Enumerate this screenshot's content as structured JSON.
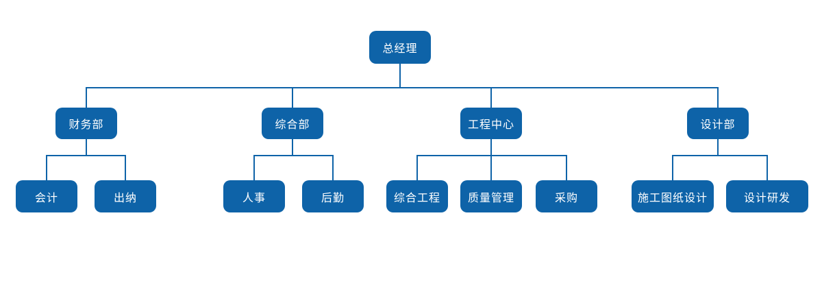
{
  "org": {
    "title": "organization-chart",
    "root": {
      "label": "总经理"
    },
    "departments": [
      {
        "label": "财务部",
        "children": [
          {
            "label": "会计"
          },
          {
            "label": "出纳"
          }
        ]
      },
      {
        "label": "综合部",
        "children": [
          {
            "label": "人事"
          },
          {
            "label": "后勤"
          }
        ]
      },
      {
        "label": "工程中心",
        "children": [
          {
            "label": "综合工程"
          },
          {
            "label": "质量管理"
          },
          {
            "label": "采购"
          }
        ]
      },
      {
        "label": "设计部",
        "children": [
          {
            "label": "施工图纸设计"
          },
          {
            "label": "设计研发"
          }
        ]
      }
    ],
    "colors": {
      "node_fill": "#0e63a8",
      "line": "#0e63a8",
      "text": "#ffffff",
      "background": "#ffffff"
    }
  }
}
